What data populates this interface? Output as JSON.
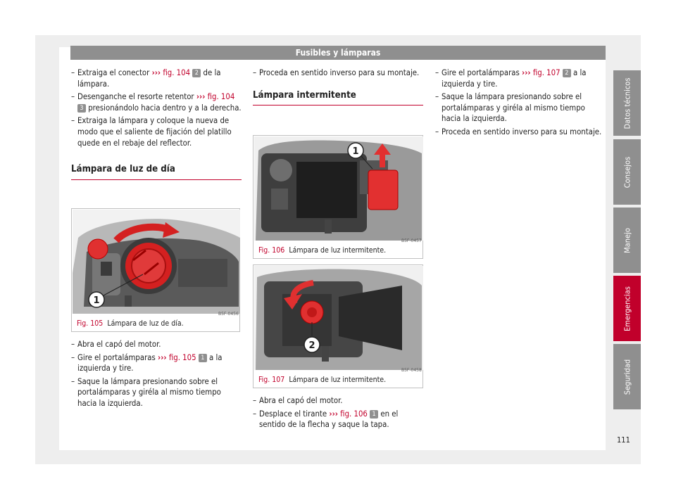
{
  "header": {
    "title": "Fusibles y lámparas"
  },
  "col1": {
    "steps": [
      {
        "t1": "Extraiga el conector ",
        "arrows": "›››",
        "ref": " fig. 104",
        "badge": "2",
        "t2": " de la lámpara."
      },
      {
        "t1": "Desenganche el resorte retentor ",
        "arrows": "›››",
        "ref": " fig. 104",
        "badge": "3",
        "t2": " presionándolo hacia dentro y a la derecha."
      },
      {
        "t1": "Extraiga la lámpara y coloque la nueva de modo que el saliente de fijación del platillo quede en el rebaje del reflector."
      }
    ],
    "section_title": "Lámpara de luz de día",
    "figure": {
      "code": "B5F-0456",
      "label": "Fig. 105",
      "caption": "Lámpara de luz de día.",
      "callout": "1"
    },
    "steps2": [
      {
        "t1": "Abra el capó del motor."
      },
      {
        "t1": "Gire el portalámparas ",
        "arrows": "›››",
        "ref": " fig. 105",
        "badge": "1",
        "t2": " a la izquierda y tire."
      },
      {
        "t1": "Saque la lámpara presionando sobre el portalámparas y giréla al mismo tiempo hacia la izquierda."
      }
    ]
  },
  "col2": {
    "steps": [
      {
        "t1": "Proceda en sentido inverso para su montaje."
      }
    ],
    "section_title": "Lámpara intermitente",
    "figure1": {
      "code": "B5F-0457",
      "label": "Fig. 106",
      "caption": "Lámpara de luz intermitente.",
      "callout": "1"
    },
    "figure2": {
      "code": "B5F-0458",
      "label": "Fig. 107",
      "caption": "Lámpara de luz intermitente.",
      "callout": "2"
    },
    "steps2": [
      {
        "t1": "Abra el capó del motor."
      },
      {
        "t1": "Desplace el tirante ",
        "arrows": "›››",
        "ref": " fig. 106",
        "badge": "1",
        "t2": " en el sentido de la flecha y saque la tapa."
      }
    ]
  },
  "col3": {
    "steps": [
      {
        "t1": "Gire el portalámparas ",
        "arrows": "›››",
        "ref": " fig. 107",
        "badge": "2",
        "t2": " a la izquierda y tire."
      },
      {
        "t1": "Saque la lámpara presionando sobre el portalámparas y giréla al mismo tiempo hacia la izquierda."
      },
      {
        "t1": "Proceda en sentido inverso para su montaje."
      }
    ]
  },
  "sidebar": {
    "tabs": [
      {
        "label": "Datos técnicos"
      },
      {
        "label": "Consejos"
      },
      {
        "label": "Manejo"
      },
      {
        "label": "Emergencias"
      },
      {
        "label": "Seguridad"
      }
    ],
    "active_index": 3
  },
  "page_number": "111",
  "colors": {
    "accent": "#c1002b",
    "header_gray": "#8f8f8f",
    "frame_gray": "#eeeeee"
  }
}
